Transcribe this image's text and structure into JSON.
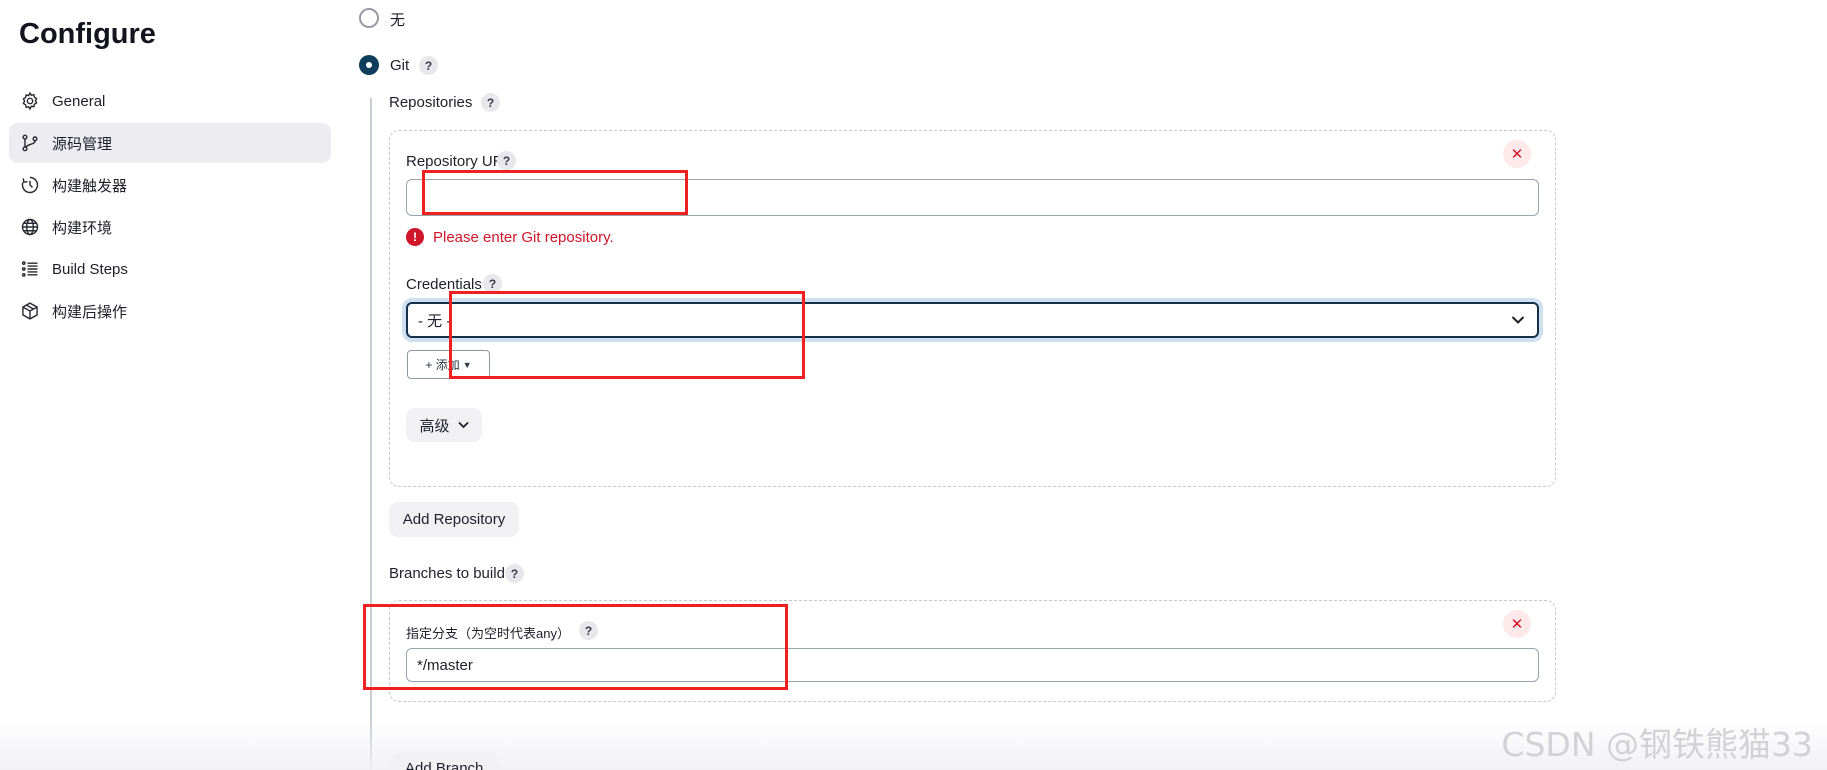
{
  "sidebar": {
    "title": "Configure",
    "items": [
      {
        "label": "General",
        "icon": "gear-icon",
        "active": false
      },
      {
        "label": "源码管理",
        "icon": "git-branch-icon",
        "active": true
      },
      {
        "label": "构建触发器",
        "icon": "clock-icon",
        "active": false
      },
      {
        "label": "构建环境",
        "icon": "globe-icon",
        "active": false
      },
      {
        "label": "Build Steps",
        "icon": "list-icon",
        "active": false
      },
      {
        "label": "构建后操作",
        "icon": "package-icon",
        "active": false
      }
    ]
  },
  "scm": {
    "option_none": "无",
    "option_git": "Git",
    "help": "?"
  },
  "repositories": {
    "label": "Repositories",
    "url_label": "Repository URL",
    "url_value": "",
    "url_error": "Please enter Git repository.",
    "error_icon": "!",
    "credentials_label": "Credentials",
    "credentials_value": "- 无 -",
    "add_button": "+ 添加",
    "advanced_button": "高级",
    "close_symbol": "✕",
    "add_repository_button": "Add Repository"
  },
  "branches": {
    "label": "Branches to build",
    "specifier_label": "指定分支（为空时代表any）",
    "specifier_value": "*/master",
    "add_branch_button": "Add Branch"
  },
  "watermark": "CSDN @钢铁熊猫33",
  "colors": {
    "accent": "#0f3d5c",
    "error": "#d0162a",
    "annotation": "#ee2020"
  }
}
